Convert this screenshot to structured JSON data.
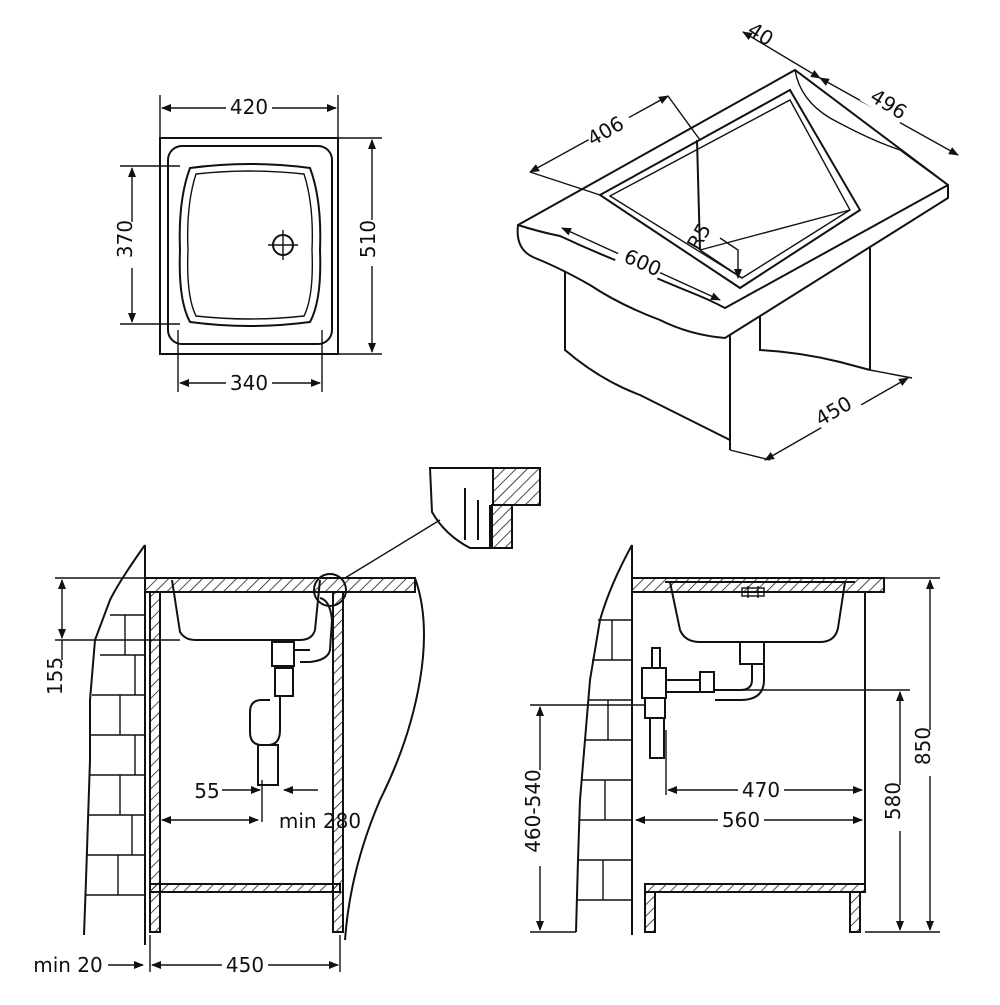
{
  "top_view": {
    "width_outer": "420",
    "height_outer": "510",
    "height_bowl": "370",
    "width_bowl": "340"
  },
  "iso_view": {
    "thickness": "40",
    "depth": "496",
    "width_bowl": "406",
    "width_top": "600",
    "radius": "R5",
    "cabinet_depth": "450"
  },
  "side_view_left": {
    "depth": "155",
    "offset": "55",
    "min_drain": "min 280",
    "min_wall": "min 20",
    "cabinet": "450"
  },
  "side_view_right": {
    "height_total": "850",
    "height_drain": "580",
    "range": "460-540",
    "dist_a": "470",
    "dist_b": "560"
  }
}
